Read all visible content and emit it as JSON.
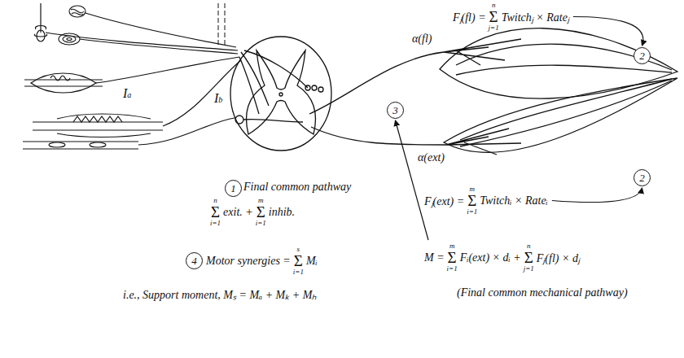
{
  "diagram": {
    "nodes": [
      {
        "text": [
          "2"
        ]
      },
      {
        "text": [
          "3"
        ]
      },
      {
        "text": [
          "2"
        ]
      },
      {
        "text": [
          "1"
        ]
      },
      {
        "text": [
          "4"
        ]
      }
    ],
    "labels": [
      "Fⱼ(fl) =",
      "n",
      "Σ",
      "j=1",
      "Twitchⱼ × Rateⱼ",
      "α(fl)",
      "α(ext)",
      "Ia",
      "Ib",
      "Final common pathway",
      "n",
      "Σ",
      "i=1",
      "exit. +",
      "m",
      "Σ",
      "i=1",
      "inhib.",
      "Fⱼ(ext) =",
      "m",
      "Σ",
      "i=1",
      "Twitchᵢ × Rateᵢ",
      "Motor synergies =",
      "s",
      "Σ",
      "i=1",
      "Mᵢ",
      "M =",
      "m",
      "Σ",
      "i=1",
      "Fᵢ(ext) × dᵢ +",
      "n",
      "Σ",
      "j=1",
      "Fⱼ(fl) × dⱼ",
      "i.e., Support moment, Mₛ = Mₐ + Mₖ + Mₕ",
      "(Final common mechanical pathway)"
    ]
  }
}
